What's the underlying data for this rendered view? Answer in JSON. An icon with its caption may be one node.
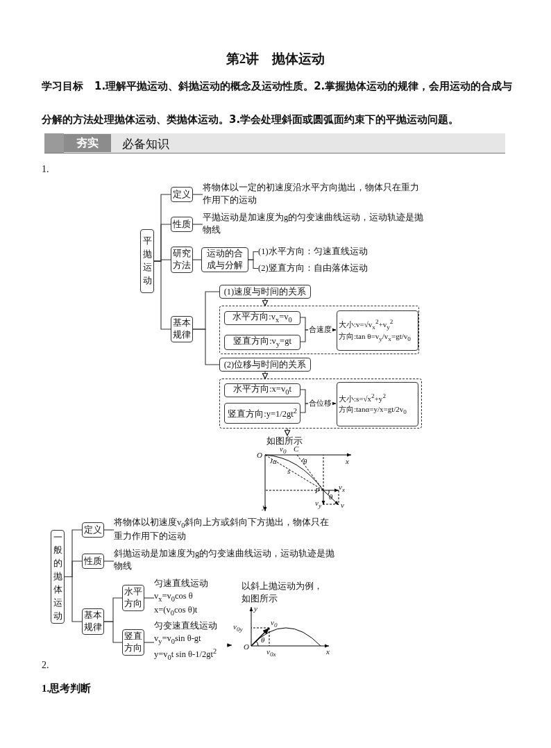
{
  "diagram": {
    "title": "第2讲　抛体运动",
    "nodes": [
      {
        "text": [
          "平抛运动"
        ]
      },
      {
        "text": [
          "定义"
        ]
      },
      {
        "text": [
          "将物体以一定的初速度沿水平方向抛出，物体只在重力作用下的运动"
        ]
      },
      {
        "text": [
          "性质"
        ]
      },
      {
        "text": [
          "平抛运动是加速度为g的匀变速曲线运动，运动轨迹是抛物线"
        ]
      },
      {
        "text": [
          "研究方法"
        ]
      },
      {
        "text": [
          "运动的合成与分解"
        ]
      },
      {
        "text": [
          "(1)水平方向：匀速直线运动"
        ]
      },
      {
        "text": [
          "(2)竖直方向：自由落体运动"
        ]
      },
      {
        "text": [
          "基本规律"
        ]
      },
      {
        "text": [
          "(1)速度与时间的关系"
        ]
      },
      {
        "text": [],
        "shape": "box"
      },
      {
        "text": [
          "水平方向:v$_{x}$=v$_{0}$"
        ],
        "in": 11
      },
      {
        "text": [
          "竖直方向:v$_{y}$=gt"
        ],
        "in": 11
      },
      {
        "text": [
          "大小:v=√v$_{x}$$^{2}$+v$_{y}$$^{2}$",
          "方向:tan θ=v$_{y}$/v$_{x}$=gt/v$_{0}$"
        ],
        "in": 11
      },
      {
        "text": [
          "(2)位移与时间的关系"
        ]
      },
      {
        "text": [],
        "shape": "box"
      },
      {
        "text": [
          "水平方向:x=v$_{0}$t"
        ],
        "in": 16
      },
      {
        "text": [
          "竖直方向:y=1/2gt$^{2}$"
        ],
        "in": 16
      },
      {
        "text": [
          "大小:s=√x$^{2}$+y$^{2}$",
          "方向:tanα=y/x=gt/2v$_{0}$"
        ],
        "in": 16
      },
      {
        "text": [
          "如图所示"
        ]
      },
      {
        "text": [
          "一般的抛体运动"
        ]
      },
      {
        "text": [
          "定义"
        ]
      },
      {
        "text": [
          "将物体以初速度v$_{0}$斜向上方或斜向下方抛出，物体只在重力作用下的运动"
        ]
      },
      {
        "text": [
          "性质"
        ]
      },
      {
        "text": [
          "斜抛运动是加速度为g的匀变速曲线运动，运动轨迹是抛物线"
        ]
      },
      {
        "text": [
          "基本规律"
        ]
      },
      {
        "text": [
          "水平方向"
        ]
      },
      {
        "text": [
          "匀速直线运动",
          "v$_{x}$=v$_{0}$cos θ",
          "x=(v$_{0}$cos θ)t"
        ]
      },
      {
        "text": [
          "竖直方向"
        ]
      },
      {
        "text": [
          "匀变速直线运动",
          "v$_{y}$=v$_{0}$sin θ-gt",
          "y=v$_{0}$t sin θ-1/2gt$^{2}$"
        ]
      },
      {
        "text": [
          "以斜上抛运动为例，如图所示"
        ]
      },
      {
        "text": [
          "y",
          "v$_{0y}$",
          "v$_{0}$",
          "θ",
          "O",
          "v$_{0x}$",
          "x"
        ]
      }
    ],
    "edges": [
      {
        "from": 0,
        "to": 1,
        "arrow": "none"
      },
      {
        "from": 0,
        "to": 3,
        "arrow": "none"
      },
      {
        "from": 0,
        "to": 5,
        "arrow": "none"
      },
      {
        "from": 0,
        "to": 9,
        "arrow": "none"
      },
      {
        "from": 1,
        "to": 2,
        "arrow": "none"
      },
      {
        "from": 3,
        "to": 4,
        "arrow": "none"
      },
      {
        "from": 5,
        "to": 6,
        "arrow": "none"
      },
      {
        "from": 6,
        "to": 7,
        "arrow": "none"
      },
      {
        "from": 6,
        "to": 8,
        "arrow": "none"
      },
      {
        "from": 9,
        "to": 10,
        "arrow": "none"
      },
      {
        "from": 9,
        "to": 15,
        "arrow": "none"
      },
      {
        "from": 10,
        "to": 11,
        "arrow": "to"
      },
      {
        "from": 12,
        "to": 14,
        "arrow": "to",
        "label": "合速度"
      },
      {
        "from": 13,
        "to": 14,
        "arrow": "to"
      },
      {
        "from": 15,
        "to": 16,
        "arrow": "to"
      },
      {
        "from": 17,
        "to": 19,
        "arrow": "to",
        "label": "合位移"
      },
      {
        "from": 18,
        "to": 19,
        "arrow": "to"
      },
      {
        "from": 16,
        "to": 20,
        "arrow": "to"
      },
      {
        "from": 21,
        "to": 22,
        "arrow": "none"
      },
      {
        "from": 21,
        "to": 24,
        "arrow": "none"
      },
      {
        "from": 21,
        "to": 26,
        "arrow": "none"
      },
      {
        "from": 22,
        "to": 23,
        "arrow": "none"
      },
      {
        "from": 24,
        "to": 25,
        "arrow": "none"
      },
      {
        "from": 26,
        "to": 27,
        "arrow": "none"
      },
      {
        "from": 26,
        "to": 29,
        "arrow": "none"
      },
      {
        "from": 27,
        "to": 28,
        "arrow": "none"
      },
      {
        "from": 29,
        "to": 30,
        "arrow": "none"
      },
      {
        "from": 30,
        "to": 32,
        "arrow": "to"
      }
    ],
    "labels": [
      "学习目标",
      "1.理解平抛运动、斜抛运动的概念及运动性质。2.掌握抛体运动的规律，会用运动的合成与分解的方法处理抛体运动、类抛体运动。3.学会处理斜面或圆弧面约束下的平抛运动问题。",
      "夯实",
      "必备知识",
      "1.",
      "O",
      "v$_{0}$",
      "C",
      "α",
      "θ",
      "x",
      "s",
      "P",
      "v$_{x}$",
      "θ",
      "y",
      "v$_{y}$",
      "v",
      "2.",
      "1.思考判断"
    ]
  }
}
